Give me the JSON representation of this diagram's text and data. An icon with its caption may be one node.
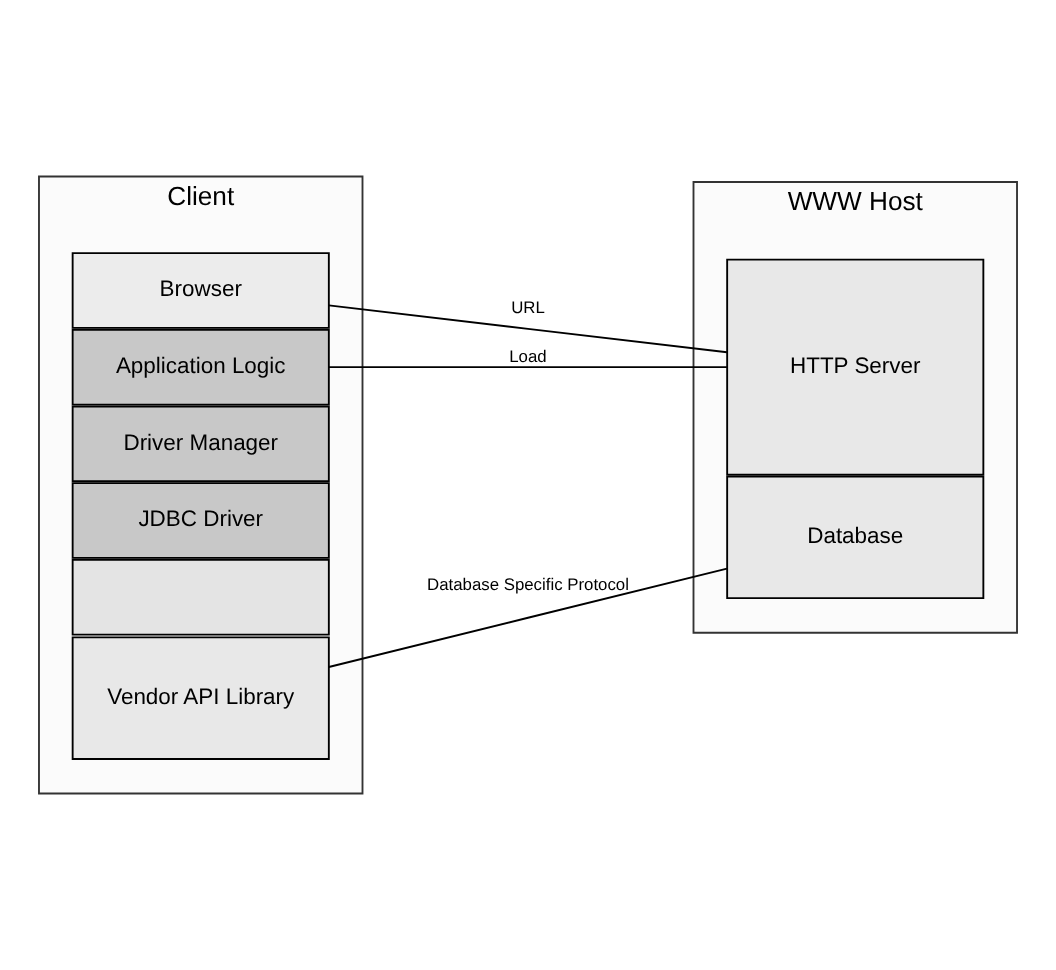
{
  "diagram": {
    "nodes": [
      {
        "text": [
          "Client"
        ]
      },
      {
        "text": [
          "Browser"
        ],
        "in": 0
      },
      {
        "text": [
          "Application Logic"
        ],
        "in": 0
      },
      {
        "text": [
          "Driver Manager"
        ],
        "in": 0
      },
      {
        "text": [
          "JDBC Driver"
        ],
        "in": 0
      },
      {
        "text": [],
        "shape": "box",
        "in": 0
      },
      {
        "text": [
          "Vendor API Library"
        ],
        "in": 0
      },
      {
        "text": [
          "WWW Host"
        ]
      },
      {
        "text": [
          "HTTP Server"
        ],
        "in": 7
      },
      {
        "text": [
          "Database"
        ],
        "in": 7
      }
    ],
    "edges": [
      {
        "from": 1,
        "to": 8,
        "arrow": "none",
        "label": "URL"
      },
      {
        "from": 2,
        "to": 8,
        "arrow": "none",
        "label": "Load"
      },
      {
        "from": 6,
        "to": 9,
        "arrow": "none",
        "label": "Database Specific Protocol"
      }
    ]
  }
}
